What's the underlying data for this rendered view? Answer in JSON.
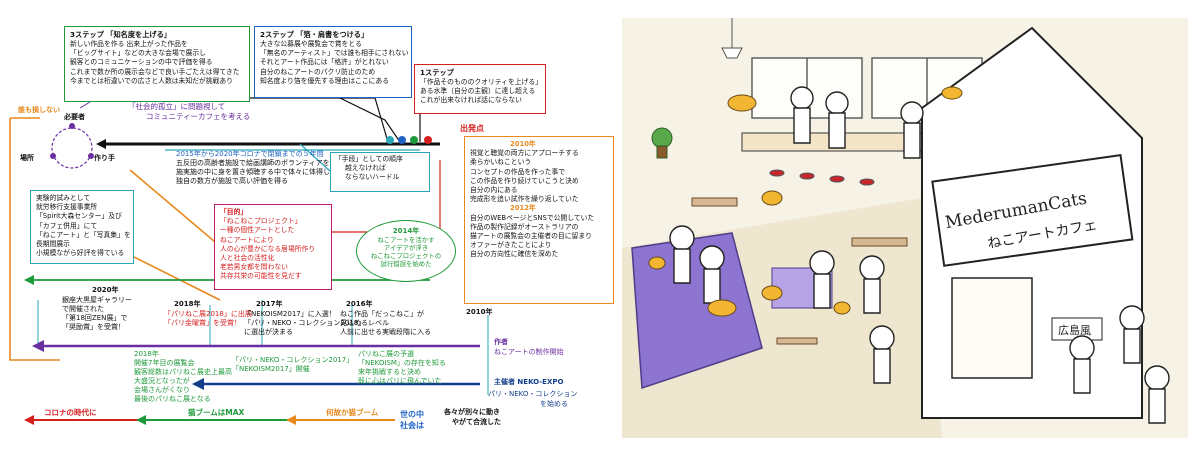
{
  "colors": {
    "red": "#d61f1f",
    "blue": "#1e63c6",
    "purple": "#6a2fa0",
    "green": "#1e9a3a",
    "orange": "#e8891e",
    "teal": "#2aa6b8",
    "navy": "#123e8a",
    "black": "#111111",
    "wall_purple": "#7b5bc4",
    "floor_tan": "#d9c8a0",
    "cat_yellow": "#f2b632"
  },
  "icons": [
    "cat-icon",
    "person-icon",
    "sofa-icon",
    "window-icon",
    "lamp-icon",
    "table-icon",
    "stool-icon",
    "plant-icon"
  ],
  "step3": {
    "title": "3ステップ 「知名度を上げる」",
    "lines": [
      "新しい作品を作る 出来上がった作品を",
      "「ビッグサイト」などの大きな会場で展示し",
      "観客とのコミュニケーションの中で評価を得る",
      "これまで数か所の展示会などで良い手ごたえは得てきた",
      "今までとは桁違いでの広さと人数は未知だが挑戦あり"
    ]
  },
  "step2": {
    "title": "2ステップ 「箔・肩書をつける」",
    "lines": [
      "大きな公募展や展覧会で賞をとる",
      "「無名のアーティスト」では誰も相手にされない",
      "それとアート作品には「格許」がとれない",
      "自分のねこアートのパクリ防止のため",
      "知名度より箔を優先する理由はここにある"
    ]
  },
  "step1": {
    "title": "1ステップ",
    "lines": [
      "「作品そのもののクオリティを上げる」",
      "ある水準（自分の主観）に達し超える",
      "これが出来なければ話にならない"
    ]
  },
  "legend": {
    "noone": "誰も損しない",
    "supporter": "必要者",
    "venue": "場所",
    "creator": "作り手"
  },
  "social_isolation": [
    "「社会的孤立」に問題視して",
    "コミュニティーカフェを考える"
  ],
  "start_point": "出発点",
  "nursing_home": [
    "2015年から2020年コロナで閉鎖までの５年間",
    "五反田の高齢者施設で絵画講師のボランティアを",
    "施実施の中に身を置き傾聴する中で体々に体得した",
    "独自の数方が施設で高い評価を得る"
  ],
  "hurdle": [
    "「手段」としての順序",
    "越えなければ",
    "ならないハードル"
  ],
  "hist2010": {
    "year": "2010年",
    "lines": [
      "視覚と聴覚の両方にアプローチする",
      "柔らかいねこという",
      "コンセプトの作品を作った事で",
      "この作品を作り続けていこうと決め",
      "自分の内にある",
      "完成形を追い試作を繰り返していた"
    ]
  },
  "hist2012": {
    "year": "2012年",
    "lines": [
      "自分のWEBページとSNSで公開していた",
      "作品の製作記録がオーストラリアの",
      "猫アートの展覧会の主催者の目に留まり",
      "オファーがきたことにより",
      "自分の方向性に確信を深めた"
    ]
  },
  "purpose": {
    "title": "「目的」",
    "lines": [
      "「ねこねこプロジェクト」",
      "一種の個性アートとした",
      "ねこアートにより",
      "人の心が豊かになる居場所作り",
      "人と社会の活性化",
      "老若男女都を問わない",
      "共存共栄の可能性を見だす"
    ]
  },
  "experiment": {
    "lines": [
      "実験的試みとして",
      "就労移行支援事業所",
      "「Spirit大森センター」及び",
      "「カフェ併用」にて",
      "「ねこアート」と「写真集」を",
      "長期間展示",
      "小規模ながら好評を得ている"
    ]
  },
  "y2014": {
    "year": "2014年",
    "lines": [
      "ねこアートを活かす",
      "アイデアが浮き",
      "ねこねこプロジェクトの",
      "試行錯誤を始めた"
    ]
  },
  "timeline": {
    "y2020": "2020年",
    "y2020_lines": [
      "銀座大黒屋ギャラリー",
      "で開催された",
      "「第18回ZEN展」で",
      "「奨励賞」を受賞！"
    ],
    "y2018": "2018年",
    "y2018_lines": [
      "「パリねこ展2018」に出展",
      "「パリ金曜賞」を受賞！"
    ],
    "y2017": "2017年",
    "y2017_lines": [
      "「NEKOISM2017」に入選！",
      "「パリ・NEKO・コレクション2018」",
      "に選出が決まる"
    ],
    "y2016": "2016年",
    "y2016_lines": [
      "ねこ作品「だっこねこ」が",
      "見込めるレベル",
      "人前に出せる実戦段階に入る"
    ],
    "y2010": "2010年",
    "author": "作者",
    "author_sub": "ねこアートの制作開始",
    "mid_lines": [
      "パリねこ展の予選",
      "「NEKOISM」の存在を知る",
      "来年挑戦すると決め",
      "既に心はパリに飛んでいた"
    ],
    "exhib_lines": [
      "「パリ・NEKO・コレクション2017」",
      "「NEKOISM2017」開催"
    ],
    "y2018b_lines": [
      "2018年",
      "開催7年目の展覧会",
      "観客総数はパリねこ展史上最高",
      "大盛況となったが",
      "会場さんがくなり",
      "最後のパリねこ展となる"
    ],
    "organizer": "主催者 NEKO-EXPO",
    "organizer_sub": "パリ・NEKO・コレクション",
    "organizer_sub2": "を始める",
    "covid": "コロナの時代に",
    "cat_boom": "猫ブームはMAX",
    "why_boom": "何故か猫ブーム",
    "society1": "世の中",
    "society2": "社会は",
    "each1": "各々が別々に動き",
    "each2": "やがて合流した"
  },
  "cafe": {
    "sign1": "MederumanCats",
    "sign2": "ねこアートカフェ",
    "hiroshima": "広島風"
  }
}
